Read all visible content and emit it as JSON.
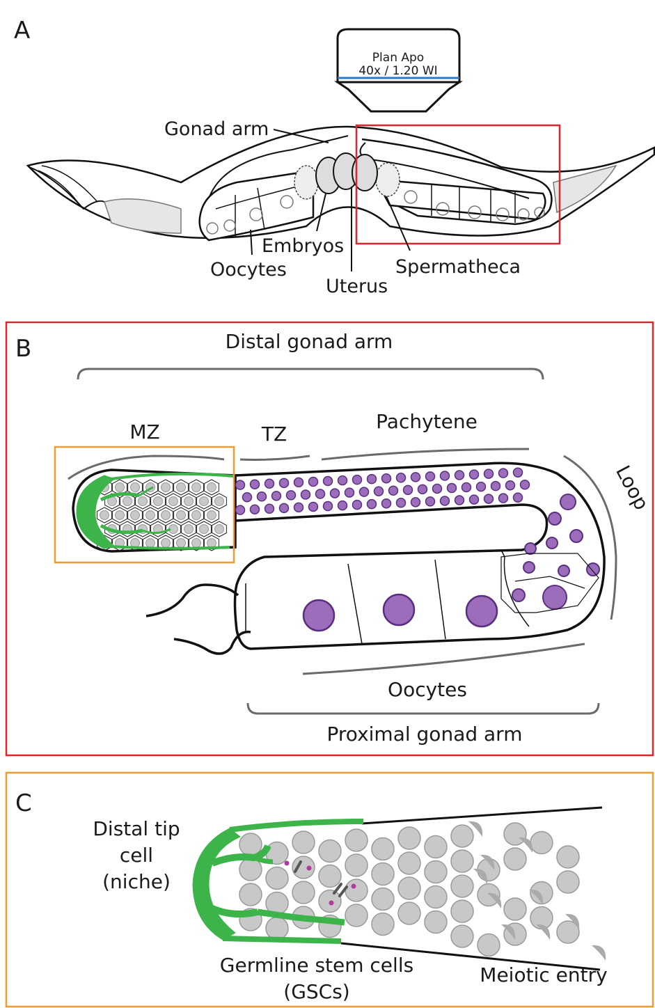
{
  "panels": {
    "a": {
      "letter": "A",
      "objective": {
        "line1": "Plan Apo",
        "line2": "40x / 1.20 WI"
      },
      "labels": {
        "gonad_arm": "Gonad arm",
        "embryos": "Embryos",
        "oocytes": "Oocytes",
        "uterus": "Uterus",
        "spermatheca": "Spermatheca"
      }
    },
    "b": {
      "letter": "B",
      "labels": {
        "distal": "Distal gonad arm",
        "mz": "MZ",
        "tz": "TZ",
        "pachytene": "Pachytene",
        "loop": "Loop",
        "oocytes": "Oocytes",
        "proximal": "Proximal gonad arm"
      }
    },
    "c": {
      "letter": "C",
      "labels": {
        "dtc_line1": "Distal tip",
        "dtc_line2": "cell",
        "dtc_line3": "(niche)",
        "gsc_line1": "Germline stem cells",
        "gsc_line2": "(GSCs)",
        "meiotic": "Meiotic entry"
      }
    }
  },
  "colors": {
    "red_frame": "#e0242a",
    "orange_frame": "#f29a2e",
    "niche_green": "#3cb44a",
    "purple": "#8a5aa8",
    "purple_light": "#9b6dbb",
    "cell_gray": "#c8c8c8",
    "objective_blue": "#2a7ac7",
    "bracket_gray": "#6a6a6a",
    "magenta": "#b23a9e"
  }
}
